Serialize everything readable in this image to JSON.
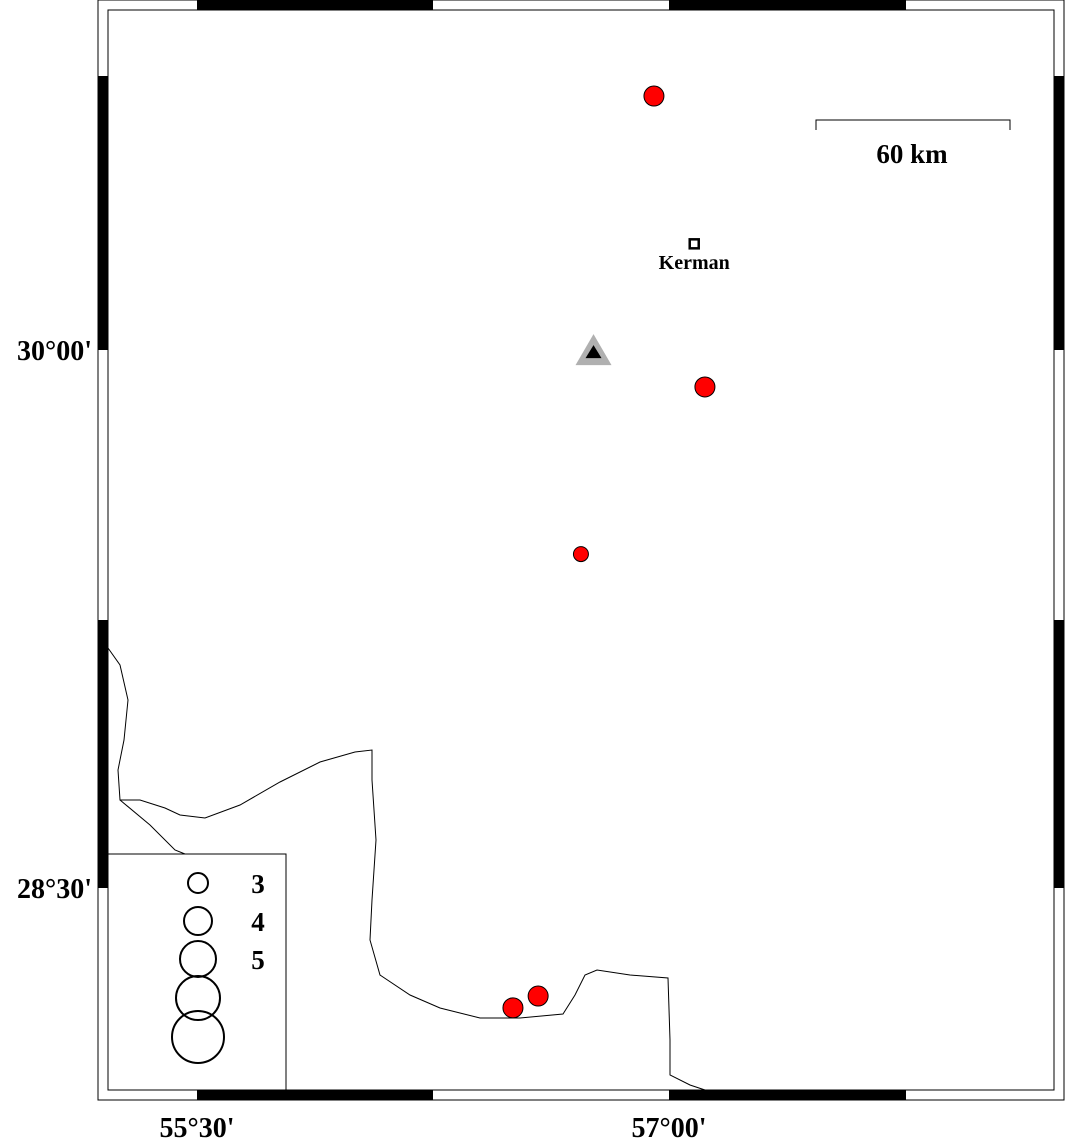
{
  "map": {
    "lon_range": [
      55.19,
      58.2
    ],
    "lat_range": [
      27.95,
      30.97
    ],
    "x_ticks": [
      {
        "lon": 55.5,
        "label": "55°30'"
      },
      {
        "lon": 57.0,
        "label": "57°00'"
      }
    ],
    "y_ticks": [
      {
        "lat": 30.0,
        "label": "30°00'"
      },
      {
        "lat": 28.5,
        "label": "28°30'"
      }
    ],
    "scale_bar": {
      "label": "60 km",
      "km": 60
    },
    "colors": {
      "event": "#ff0000",
      "station_outer": "#b0b0b0",
      "station_inner": "#000000"
    }
  },
  "city": {
    "name": "Kerman",
    "lon": 57.08,
    "lat": 30.296
  },
  "station": {
    "lon": 56.76,
    "lat": 29.994
  },
  "events": [
    {
      "lon": 56.952,
      "lat": 30.708,
      "mag": 3.2
    },
    {
      "lon": 57.114,
      "lat": 29.897,
      "mag": 3.2
    },
    {
      "lon": 56.72,
      "lat": 29.431,
      "mag": 2.8
    },
    {
      "lon": 56.584,
      "lat": 28.199,
      "mag": 3.2
    },
    {
      "lon": 56.504,
      "lat": 28.166,
      "mag": 3.2
    }
  ],
  "legend": {
    "items": [
      {
        "mag": 3,
        "label": "3"
      },
      {
        "mag": 4,
        "label": "4"
      },
      {
        "mag": 5,
        "label": "5"
      },
      {
        "mag": 6,
        "label": ""
      },
      {
        "mag": 7,
        "label": ""
      }
    ]
  }
}
